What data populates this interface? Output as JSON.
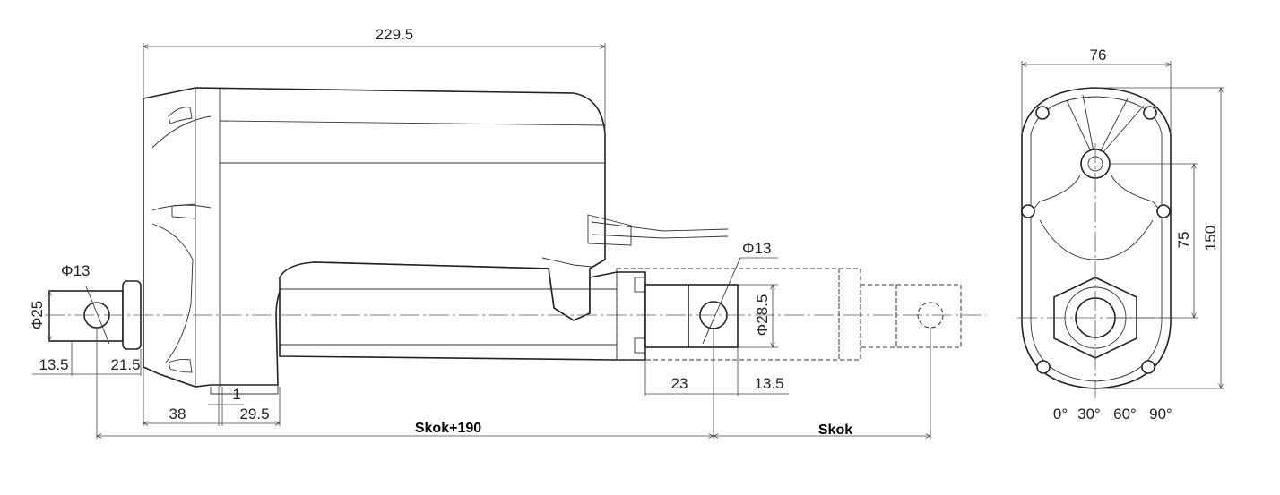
{
  "dimensions": {
    "overall_length": "229.5",
    "rear_hole_dia": "Φ13",
    "rear_clevis_width": "Φ25",
    "rear_offset_a": "13.5",
    "rear_offset_b": "21.5",
    "motor_section": "38",
    "gap": "1",
    "gear_section": "29.5",
    "front_hole_dia": "Φ13",
    "rod_dia": "Φ28.5",
    "front_offset_a": "23",
    "front_offset_b": "13.5",
    "retracted_length": "Skok+190",
    "stroke": "Skok",
    "end_width": "76",
    "end_height": "150",
    "end_offset": "75"
  },
  "angles": [
    "0°",
    "30°",
    "60°",
    "90°"
  ]
}
